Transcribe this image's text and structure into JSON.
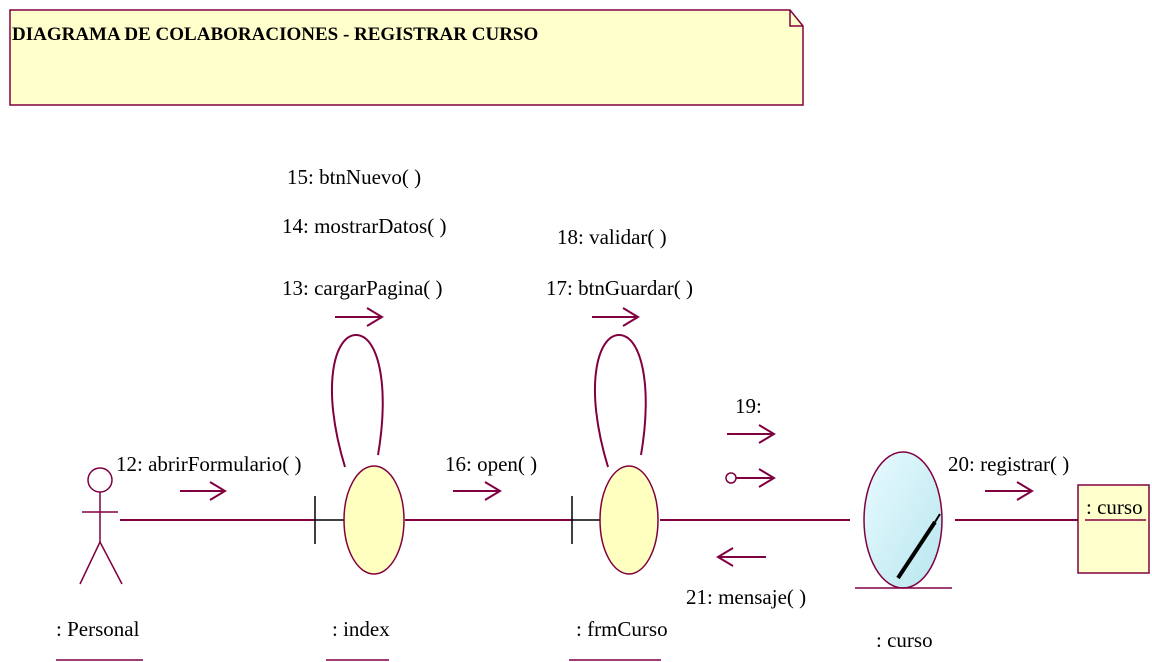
{
  "note": {
    "title": "DIAGRAMA DE COLABORACIONES - REGISTRAR CURSO"
  },
  "objects": {
    "personal": ": Personal",
    "index": ": index",
    "frmCurso": ": frmCurso",
    "curso_control": ": curso",
    "curso_entity": ": curso"
  },
  "messages": {
    "m12": "12: abrirFormulario( )",
    "m13": "13: cargarPagina( )",
    "m14": "14: mostrarDatos( )",
    "m15": "15: btnNuevo( )",
    "m16": "16: open( )",
    "m17": "17: btnGuardar( )",
    "m18": "18: validar( )",
    "m19": "19:",
    "m20": "20: registrar( )",
    "m21": "21: mensaje( )"
  },
  "colors": {
    "line": "#800040",
    "note_fill": "#ffffcc",
    "boundary_fill": "#ffffc0",
    "control_fill": "#d8f4f8",
    "entity_fill": "#ffffcc"
  }
}
